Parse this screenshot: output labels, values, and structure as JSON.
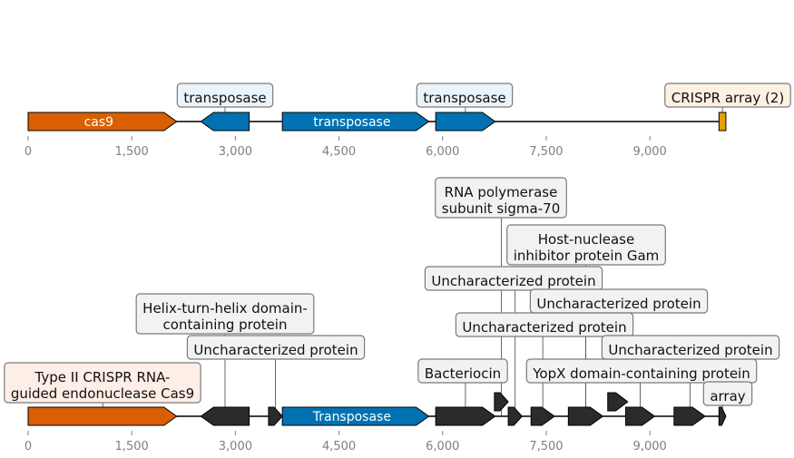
{
  "colors": {
    "orange": "#d95f02",
    "blue": "#0072b2",
    "dark": "#2b2b2b",
    "gold": "#e69f00",
    "axis": "#7f7f7f",
    "box_blue": "#ebf3fb",
    "box_orange": "#fdf1e3",
    "box_peach": "#fdeee6",
    "box_gray": "#f2f2f2"
  },
  "tracks": [
    {
      "axis": {
        "min": 0,
        "max": 10000,
        "ticks": [
          "0",
          "1,500",
          "3,000",
          "4,500",
          "6,000",
          "7,500",
          "9,000"
        ]
      },
      "features": [
        {
          "start": 0,
          "end": 2150,
          "strand": 1,
          "color": "orange",
          "label": "cas9"
        },
        {
          "start": 2500,
          "end": 3200,
          "strand": -1,
          "color": "blue"
        },
        {
          "start": 3680,
          "end": 5800,
          "strand": 1,
          "color": "blue",
          "label": "transposase"
        },
        {
          "start": 5900,
          "end": 6760,
          "strand": 1,
          "color": "blue"
        },
        {
          "start": 10000,
          "end": 10100,
          "strand": 0,
          "color": "gold"
        }
      ],
      "callouts": [
        {
          "text": "transposase",
          "pos": 2850,
          "box": "box_blue"
        },
        {
          "text": "transposase",
          "pos": 6330,
          "box": "box_blue"
        },
        {
          "text": "CRISPR array (2)",
          "pos": 10050,
          "box": "box_orange"
        }
      ]
    },
    {
      "axis": {
        "min": 0,
        "max": 10000,
        "ticks": [
          "0",
          "1,500",
          "3,000",
          "4,500",
          "6,000",
          "7,500",
          "9,000"
        ]
      },
      "features": [
        {
          "start": 0,
          "end": 2150,
          "strand": 1,
          "color": "orange"
        },
        {
          "start": 2500,
          "end": 3200,
          "strand": -1,
          "color": "dark"
        },
        {
          "start": 3480,
          "end": 3680,
          "strand": 1,
          "color": "dark"
        },
        {
          "start": 3680,
          "end": 5800,
          "strand": 1,
          "color": "blue",
          "label": "Transposase"
        },
        {
          "start": 5900,
          "end": 6760,
          "strand": 1,
          "color": "dark"
        },
        {
          "start": 6750,
          "end": 6950,
          "strand": 1,
          "color": "dark"
        },
        {
          "start": 6950,
          "end": 7150,
          "strand": 1,
          "color": "dark"
        },
        {
          "start": 7280,
          "end": 7620,
          "strand": 1,
          "color": "dark"
        },
        {
          "start": 7820,
          "end": 8320,
          "strand": 1,
          "color": "dark"
        },
        {
          "start": 8390,
          "end": 8680,
          "strand": 1,
          "color": "dark"
        },
        {
          "start": 8650,
          "end": 9070,
          "strand": 1,
          "color": "dark"
        },
        {
          "start": 9350,
          "end": 9800,
          "strand": 1,
          "color": "dark"
        },
        {
          "start": 10000,
          "end": 10100,
          "strand": 1,
          "color": "dark"
        }
      ],
      "callouts": [
        {
          "text": "Type II CRISPR RNA-\nguided endonuclease Cas9",
          "pos": 1080,
          "box": "box_peach"
        },
        {
          "text": "Helix-turn-helix domain-\ncontaining protein",
          "pos": 2850,
          "box": "box_gray"
        },
        {
          "text": "Uncharacterized protein",
          "pos": 3580,
          "box": "box_gray"
        },
        {
          "text": "Bacteriocin",
          "pos": 6330,
          "box": "box_gray"
        },
        {
          "text": "RNA polymerase\nsubunit sigma-70",
          "pos": 6850,
          "box": "box_gray"
        },
        {
          "text": "Uncharacterized protein",
          "pos": 7050,
          "box": "box_gray"
        },
        {
          "text": "Host-nuclease\ninhibitor protein Gam",
          "pos": 8070,
          "box": "box_gray"
        },
        {
          "text": "Uncharacterized protein",
          "pos": 7450,
          "box": "box_gray"
        },
        {
          "text": "Uncharacterized protein",
          "pos": 8070,
          "box": "box_gray"
        },
        {
          "text": "YopX domain-containing protein",
          "pos": 8860,
          "box": "box_gray"
        },
        {
          "text": "Uncharacterized protein",
          "pos": 9580,
          "box": "box_gray"
        },
        {
          "text": "array",
          "pos": 10050,
          "box": "box_gray"
        }
      ]
    }
  ]
}
